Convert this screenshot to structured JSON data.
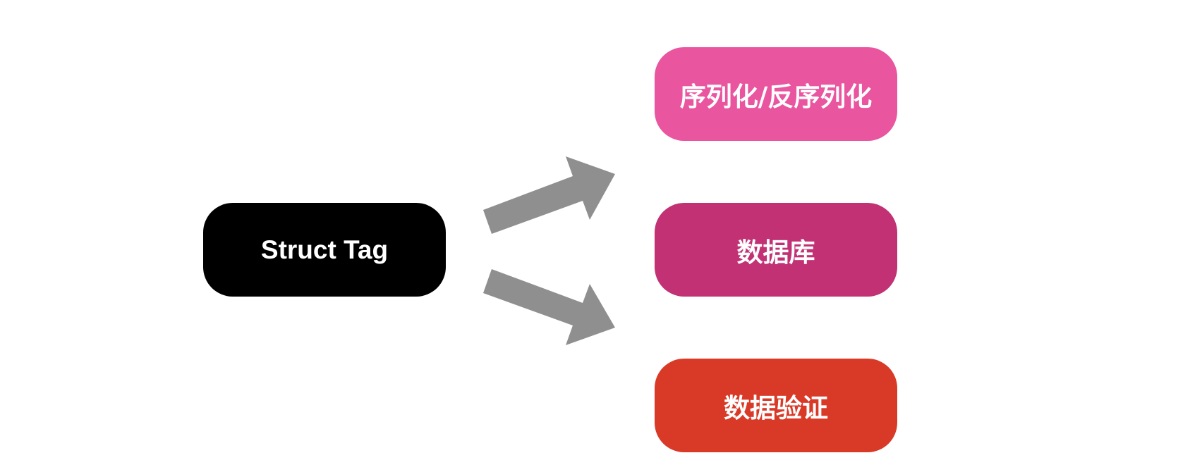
{
  "diagram": {
    "source": {
      "label": "Struct Tag",
      "color": "#000000"
    },
    "targets": [
      {
        "label": "序列化/反序列化",
        "color": "#E9559E"
      },
      {
        "label": "数据库",
        "color": "#C13174"
      },
      {
        "label": "数据验证",
        "color": "#D93A28"
      }
    ],
    "arrow_color": "#8F8F8F",
    "arrows": [
      {
        "from": "Struct Tag",
        "to": "序列化/反序列化"
      },
      {
        "from": "Struct Tag",
        "to": "数据验证"
      }
    ]
  }
}
